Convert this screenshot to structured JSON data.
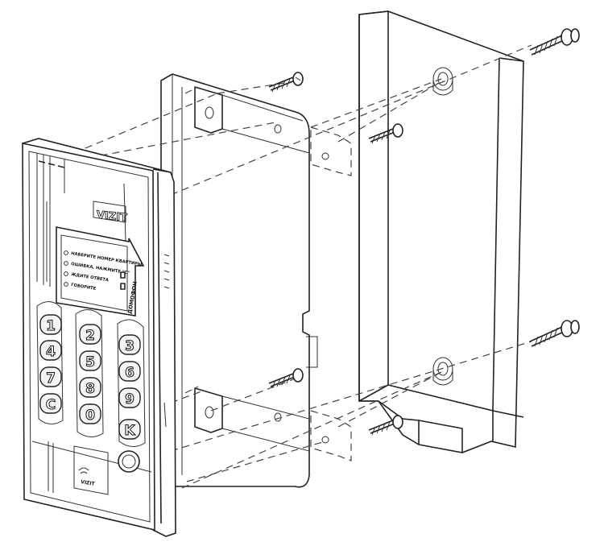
{
  "panel": {
    "brand": "VIZIT",
    "display_lines": [
      "НАБЕРИТЕ НОМЕР КВАРТИРЫ",
      "ОШИБКА, НАЖМИТЕ \"С\"",
      "ЖДИТЕ ОТВЕТА",
      "ГОВОРИТЕ"
    ],
    "display_side_label": "ДОМОФОН",
    "logo": "VIZIT",
    "keys": [
      "1",
      "2",
      "3",
      "4",
      "5",
      "6",
      "7",
      "8",
      "9",
      "C",
      "0",
      "K"
    ]
  },
  "colors": {
    "line": "#222222",
    "background": "#ffffff"
  }
}
